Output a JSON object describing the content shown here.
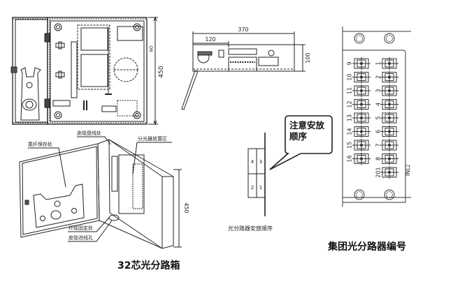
{
  "front_view": {
    "dimension_height": "450",
    "side_label": "ON"
  },
  "top_view": {
    "dimension_width": "370",
    "dimension_inner": "120",
    "dimension_depth": "100"
  },
  "isometric_view": {
    "labels": {
      "pigtail_storage": "尾纤保存处",
      "cable_clamp": "皮缆盘线处",
      "splitter_area": "分光器放置区",
      "fiber_fixing": "纤缆固定处",
      "cable_entry": "皮缆进线孔"
    },
    "dimension_height": "450",
    "title": "32芯光分路箱"
  },
  "splitter_order": {
    "cells": [
      "4",
      "3",
      "2",
      "1"
    ],
    "callout": [
      "注意安放",
      "顺序"
    ],
    "caption": "光分路器安放顺序"
  },
  "port_panel": {
    "left_ports": [
      "9",
      "10",
      "11",
      "12",
      "13",
      "14",
      "15",
      "16"
    ],
    "right_ports": [
      "1",
      "2",
      "3",
      "4",
      "5",
      "6",
      "7",
      "8",
      "201"
    ],
    "in_label": "IN口",
    "title": "集团光分路器编号"
  }
}
